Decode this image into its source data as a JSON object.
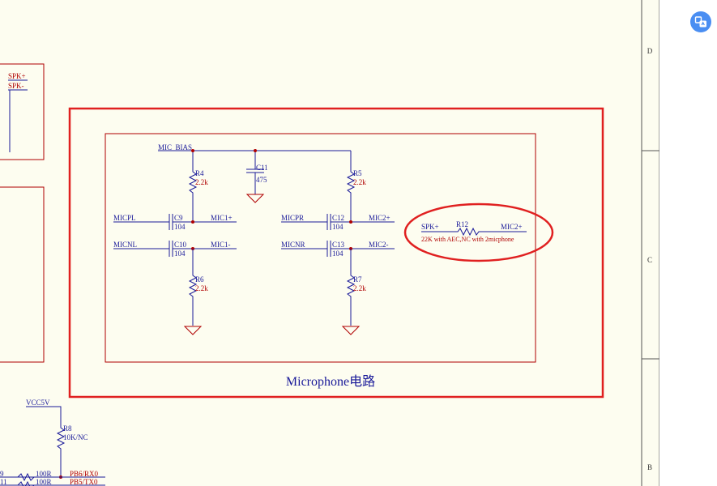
{
  "colors": {
    "paper": "#fdfdf0",
    "wire": "#1a1a99",
    "part": "#b00000",
    "highlight": "#e02020",
    "frame": "#555555",
    "button": "#4a8ef2"
  },
  "border": {
    "zones": [
      "D",
      "C",
      "B"
    ]
  },
  "tool": {
    "icon": "translate-icon"
  },
  "nets": {
    "mic_bias": "MIC_BIAS",
    "micpl": "MICPL",
    "micnl": "MICNL",
    "micpr": "MICPR",
    "micnr": "MICNR",
    "mic1p": "MIC1+",
    "mic1n": "MIC1-",
    "mic2p": "MIC2+",
    "mic2n": "MIC2-",
    "spkp": "SPK+",
    "spkn": "SPK-",
    "vcc5v": "VCC5V",
    "pb6": "PB6/RX0",
    "pb5": "PB5/TX0"
  },
  "components": {
    "r4": {
      "ref": "R4",
      "value": "2.2k"
    },
    "r5": {
      "ref": "R5",
      "value": "2.2k"
    },
    "r6": {
      "ref": "R6",
      "value": "2.2k"
    },
    "r7": {
      "ref": "R7",
      "value": "2.2k"
    },
    "c9": {
      "ref": "C9",
      "value": "104"
    },
    "c10": {
      "ref": "C10",
      "value": "104"
    },
    "c11": {
      "ref": "C11",
      "value": "475"
    },
    "c12": {
      "ref": "C12",
      "value": "104"
    },
    "c13": {
      "ref": "C13",
      "value": "104"
    },
    "r8": {
      "ref": "R8",
      "value": "10K/NC"
    },
    "r12": {
      "ref": "R12",
      "note": "22K with AEC,NC with 2micphone"
    },
    "bottom_left_res": {
      "value1": "100R",
      "value2": "100R",
      "ref1": "9",
      "ref2": "11"
    }
  },
  "block_title": "Microphone电路"
}
